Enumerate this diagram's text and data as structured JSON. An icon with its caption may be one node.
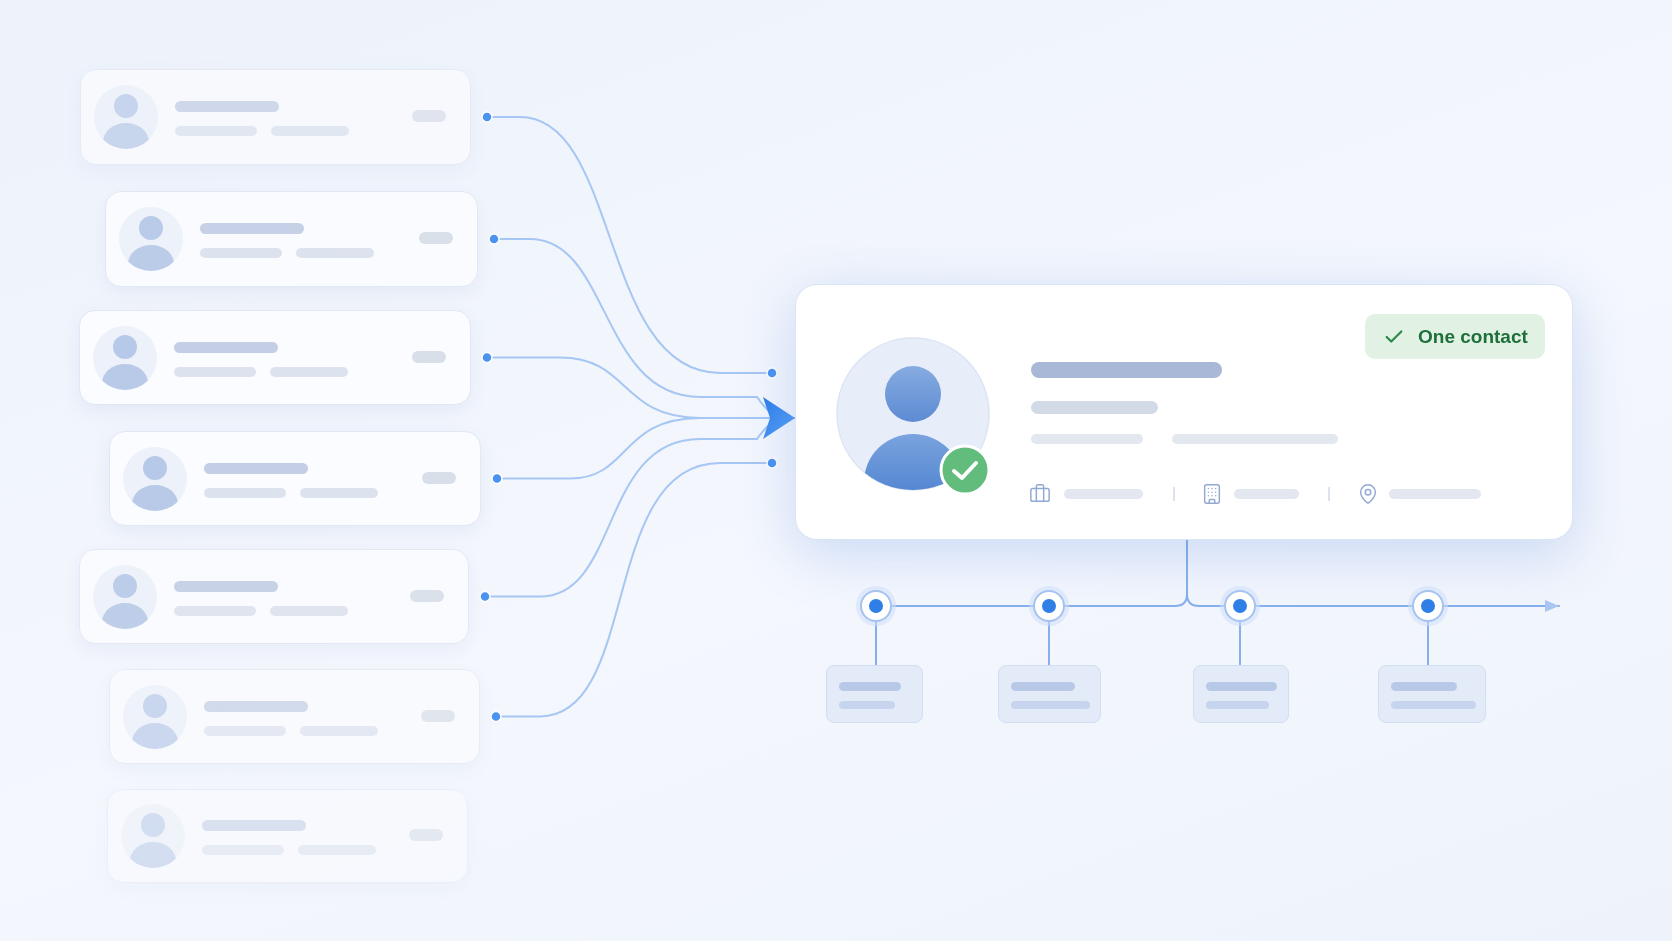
{
  "diagram": {
    "nodes": [
      {
        "text": [],
        "shape": "box"
      },
      {
        "text": [],
        "shape": "box"
      },
      {
        "text": [],
        "shape": "box"
      },
      {
        "text": [],
        "shape": "box"
      },
      {
        "text": [],
        "shape": "box"
      },
      {
        "text": [],
        "shape": "box"
      },
      {
        "text": [],
        "shape": "box"
      },
      {
        "text": [],
        "shape": "box"
      },
      {
        "text": [
          "One contact"
        ],
        "in": 7
      },
      {
        "text": [],
        "shape": "circle"
      },
      {
        "text": [],
        "shape": "circle"
      },
      {
        "text": [],
        "shape": "circle"
      },
      {
        "text": [],
        "shape": "circle"
      },
      {
        "text": [],
        "shape": "box"
      },
      {
        "text": [],
        "shape": "box"
      },
      {
        "text": [],
        "shape": "box"
      },
      {
        "text": [],
        "shape": "box"
      }
    ],
    "edges": [
      {
        "from": 0,
        "to": 7,
        "arrow": "other",
        "color": "#a6c6f3"
      },
      {
        "from": 1,
        "to": 7,
        "arrow": "to",
        "color": "#a6c6f3"
      },
      {
        "from": 2,
        "to": 7,
        "arrow": "to",
        "color": "#a6c6f3"
      },
      {
        "from": 3,
        "to": 7,
        "arrow": "to",
        "color": "#a6c6f3"
      },
      {
        "from": 4,
        "to": 7,
        "arrow": "to",
        "color": "#a6c6f3"
      },
      {
        "from": 5,
        "to": 7,
        "arrow": "other",
        "color": "#a6c6f3"
      },
      {
        "from": 7,
        "to": 10,
        "arrow": "none"
      },
      {
        "from": 7,
        "to": 11,
        "arrow": "none"
      },
      {
        "from": 9,
        "to": 10,
        "arrow": "none"
      },
      {
        "from": 11,
        "to": 12,
        "arrow": "none"
      },
      {
        "from": 12,
        "to": null,
        "arrow": "to"
      },
      {
        "from": 9,
        "to": 13,
        "arrow": "none"
      },
      {
        "from": 10,
        "to": 14,
        "arrow": "none"
      },
      {
        "from": 11,
        "to": 15,
        "arrow": "none"
      },
      {
        "from": 12,
        "to": 16,
        "arrow": "none"
      }
    ]
  }
}
